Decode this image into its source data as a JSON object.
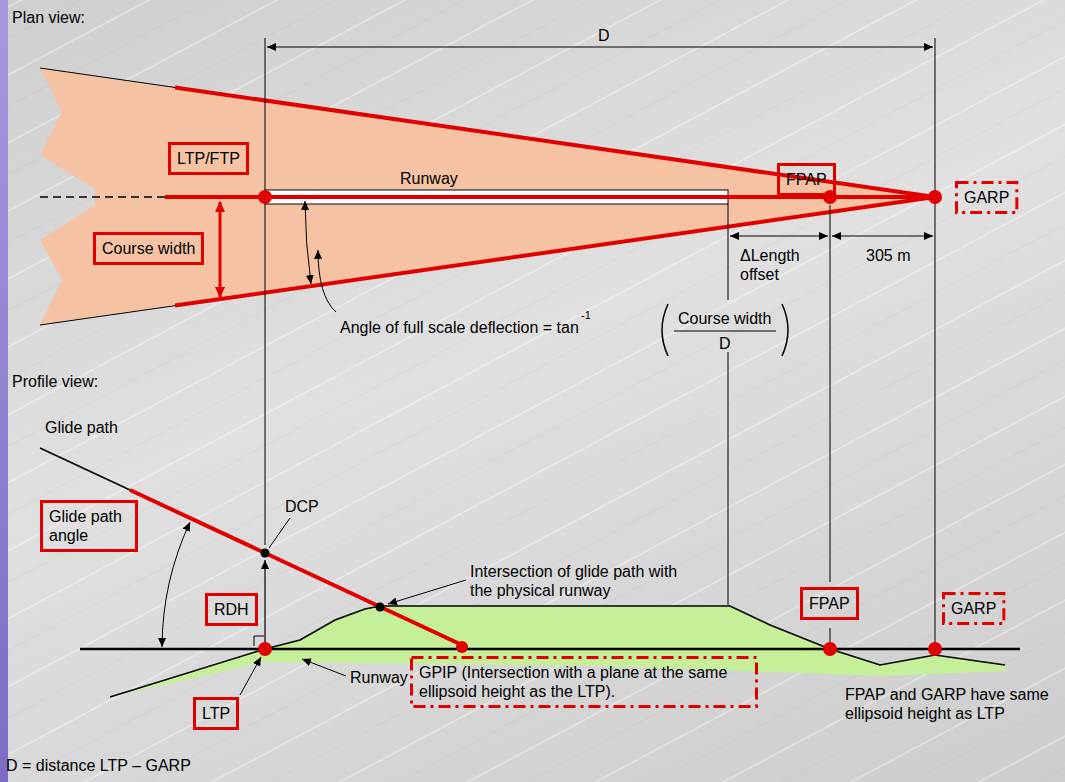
{
  "diagram": {
    "nodes": [
      {
        "text": [
          "LTP/FTP"
        ]
      },
      {
        "text": [
          "FPAP"
        ]
      },
      {
        "text": [
          "GARP"
        ]
      },
      {
        "text": [
          "Course width"
        ]
      },
      {
        "text": [
          "Glide path angle"
        ]
      },
      {
        "text": [
          "RDH"
        ]
      },
      {
        "text": [
          "FPAP"
        ]
      },
      {
        "text": [
          "GARP"
        ]
      },
      {
        "text": [
          "LTP"
        ]
      },
      {
        "text": [
          "GPIP (Intersection with a plane at the same ellipsoid height as the LTP)."
        ]
      }
    ],
    "labels": [
      "Plan view:",
      "D",
      "Runway",
      "ΔLength offset",
      "305 m",
      "Angle of full scale deflection = tan",
      "-1",
      "Course width",
      "D",
      "Profile view:",
      "Glide path",
      "DCP",
      "Intersection of glide path with the physical runway",
      "Runway",
      "FPAP and GARP have same ellipsoid height as LTP",
      "D = distance LTP – GARP"
    ]
  }
}
